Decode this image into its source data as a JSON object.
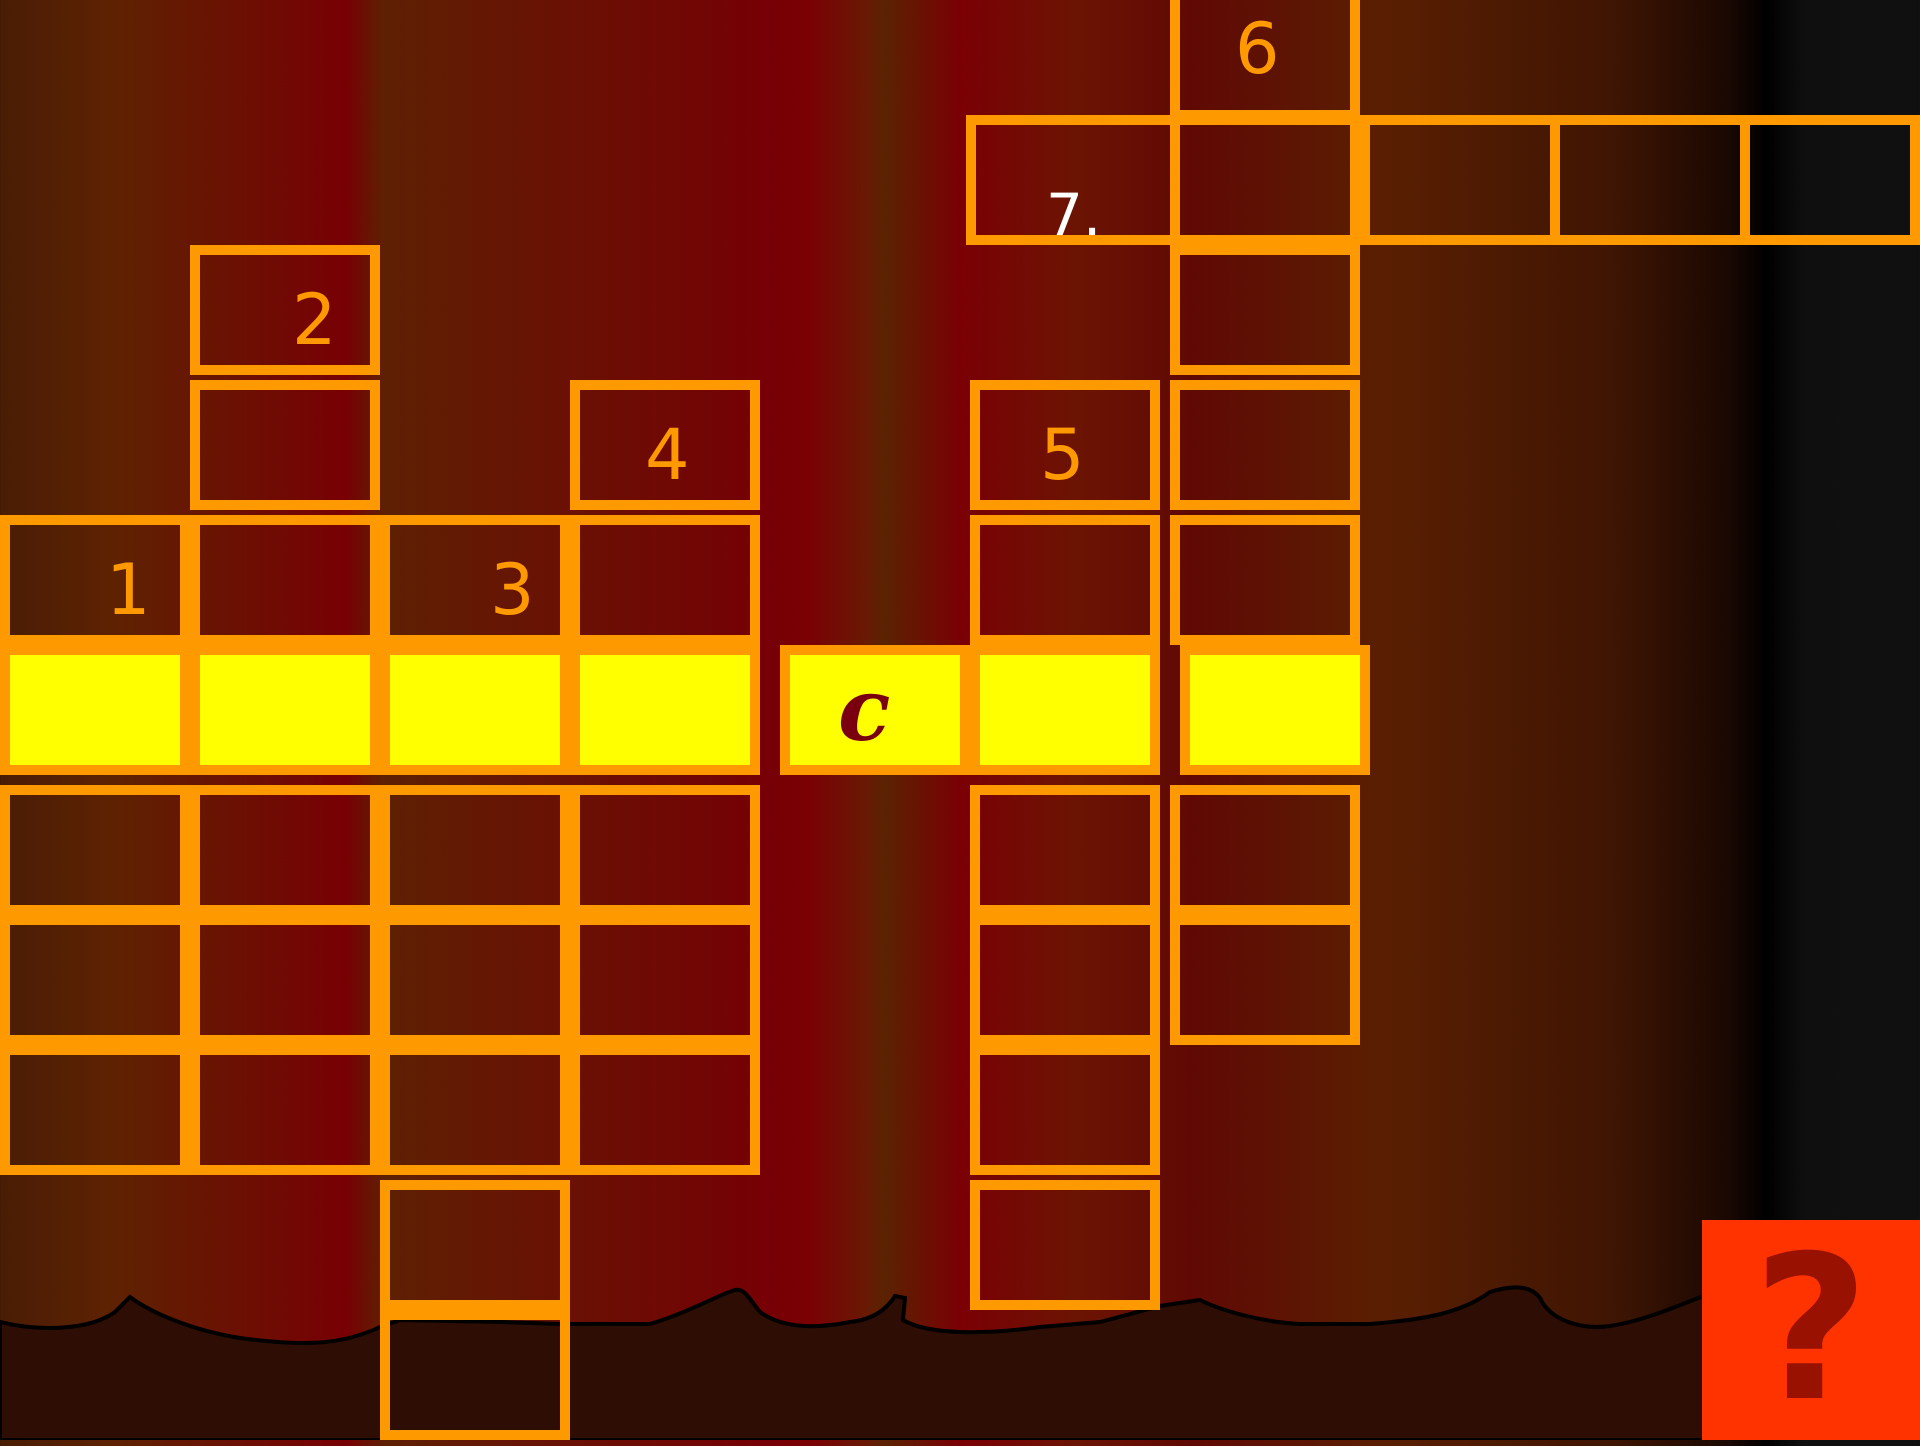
{
  "clue_numbers": {
    "n1": "1",
    "n2": "2",
    "n3": "3",
    "n4": "4",
    "n5": "5",
    "n6": "6",
    "n7": "7."
  },
  "letters": {
    "highlight_c": "c"
  },
  "help_button": {
    "label": "?",
    "icon": "question-mark-icon"
  },
  "colors": {
    "grid_border": "#ff9900",
    "highlight_row": "#ffff00",
    "help_button": "#ff3300",
    "help_glyph": "#991100",
    "letter": "#7a0010"
  }
}
